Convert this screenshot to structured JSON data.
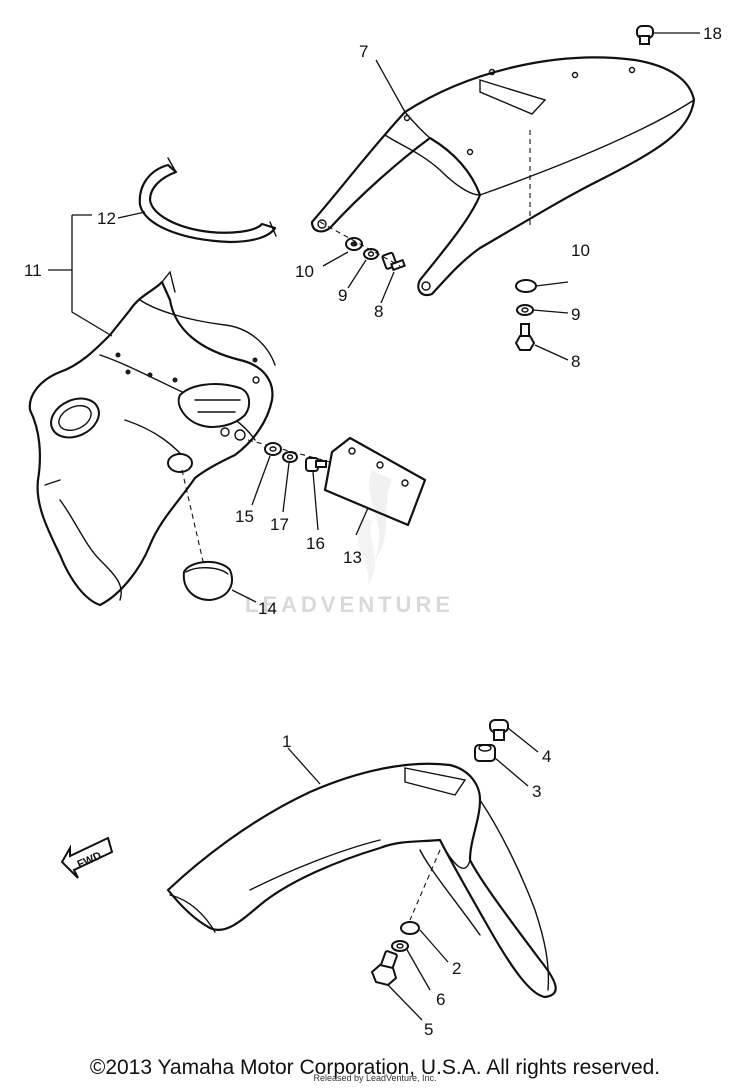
{
  "callouts": {
    "c1": "1",
    "c2": "2",
    "c3": "3",
    "c4": "4",
    "c5": "5",
    "c6": "6",
    "c7": "7",
    "c8a": "8",
    "c8b": "8",
    "c9a": "9",
    "c9b": "9",
    "c10a": "10",
    "c10b": "10",
    "c11": "11",
    "c12": "12",
    "c13": "13",
    "c14": "14",
    "c15": "15",
    "c16": "16",
    "c17": "17",
    "c18": "18"
  },
  "fwd_label": "FWD",
  "watermark": "LEADVENTURE",
  "copyright": "©2013 Yamaha Motor Corporation, U.S.A. All rights reserved.",
  "reissue": "Released by LeadVenture, Inc."
}
